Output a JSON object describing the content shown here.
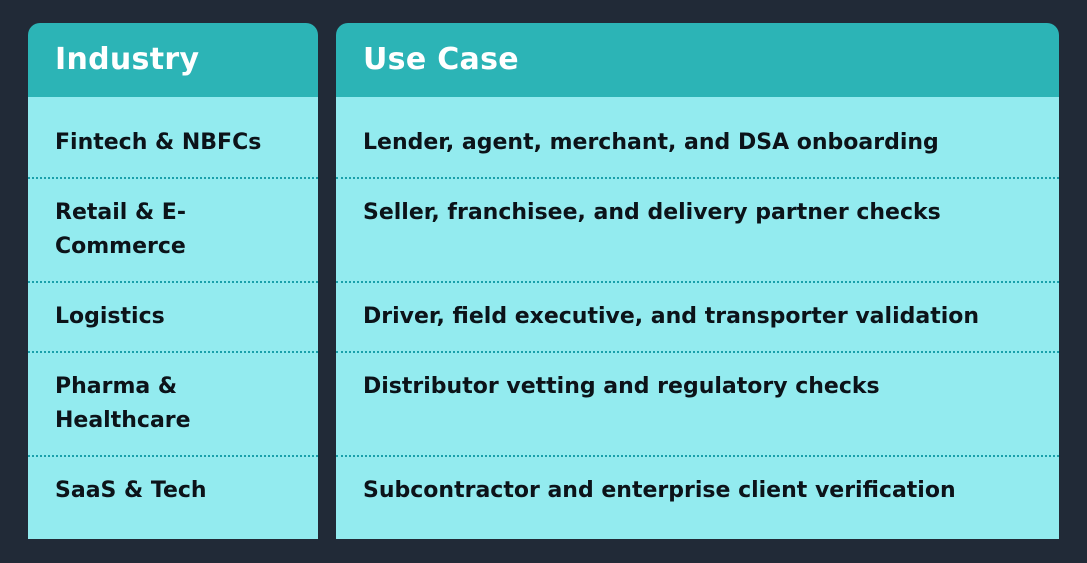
{
  "chart_data": {
    "type": "table",
    "columns": [
      "Industry",
      "Use Case"
    ],
    "rows": [
      {
        "industry": "Fintech & NBFCs",
        "use_case": "Lender, agent, merchant, and DSA onboarding"
      },
      {
        "industry": "Retail & E-\nCommerce",
        "use_case": "Seller, franchisee, and delivery partner checks"
      },
      {
        "industry": "Logistics",
        "use_case": "Driver, field executive, and transporter validation"
      },
      {
        "industry": "Pharma &\nHealthcare",
        "use_case": "Distributor vetting and regulatory checks"
      },
      {
        "industry": "SaaS & Tech",
        "use_case": "Subcontractor and enterprise client verification"
      }
    ],
    "layout_hints": {
      "two_panels": true,
      "rounded_top_corners": true,
      "dotted_row_dividers": true
    }
  },
  "colors": {
    "page_bg": "#212a37",
    "header_bg": "#2cb4b6",
    "header_text": "#ffffff",
    "body_bg": "#93ebef",
    "body_text": "#0c1319",
    "divider": "#1aa0ab"
  }
}
